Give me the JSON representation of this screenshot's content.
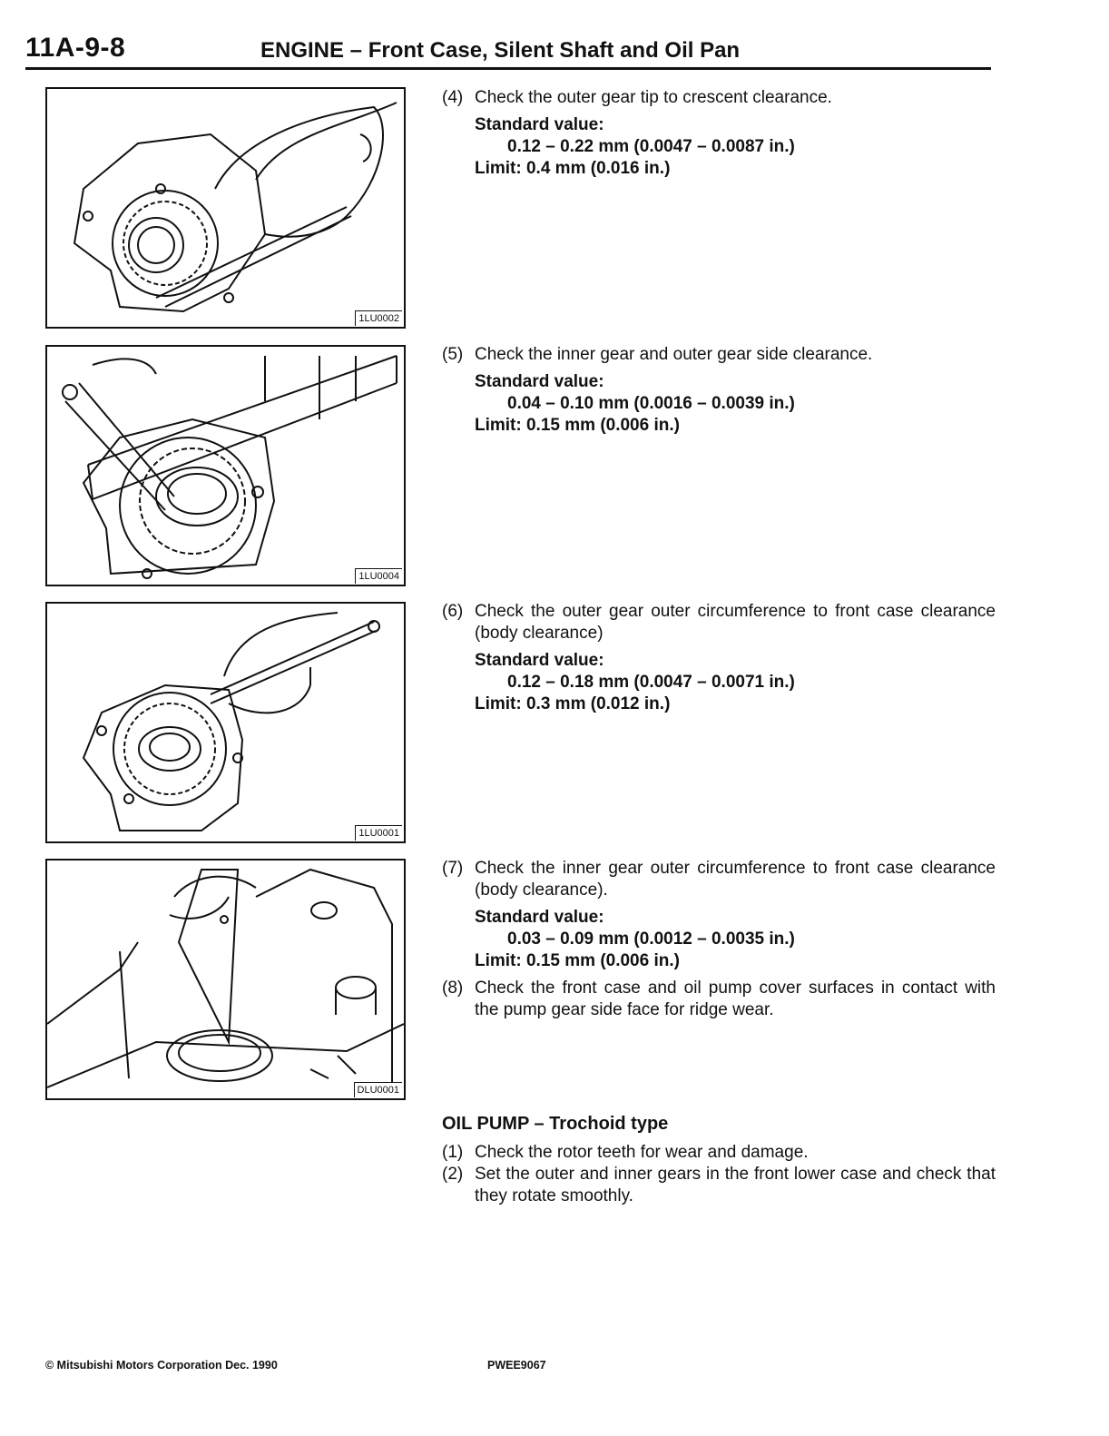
{
  "header": {
    "code": "11A-9-8",
    "title": "ENGINE – Front Case, Silent Shaft and Oil Pan"
  },
  "figures": [
    {
      "code": "1LU0002",
      "icon": "feeler-gauge-tip-clearance-illustration"
    },
    {
      "code": "1LU0004",
      "icon": "straight-edge-side-clearance-illustration"
    },
    {
      "code": "1LU0001",
      "icon": "feeler-gauge-body-clearance-illustration"
    },
    {
      "code": "DLU0001",
      "icon": "front-case-surface-inspection-illustration"
    }
  ],
  "steps": [
    {
      "num": "(4)",
      "text": "Check the outer gear tip to crescent clearance.",
      "std_label": "Standard value:",
      "std_value": "0.12 – 0.22 mm (0.0047 – 0.0087 in.)",
      "limit": "Limit: 0.4 mm (0.016 in.)"
    },
    {
      "num": "(5)",
      "text": "Check the inner gear and outer gear side clearance.",
      "std_label": "Standard value:",
      "std_value": "0.04 – 0.10 mm (0.0016 – 0.0039 in.)",
      "limit": "Limit: 0.15 mm (0.006 in.)"
    },
    {
      "num": "(6)",
      "text": "Check the outer gear outer circumference to front case clearance (body clearance)",
      "std_label": "Standard value:",
      "std_value": "0.12 – 0.18 mm (0.0047 – 0.0071 in.)",
      "limit": "Limit: 0.3 mm (0.012 in.)"
    },
    {
      "num": "(7)",
      "text": "Check the inner gear outer circumference to front case clearance (body clearance).",
      "std_label": "Standard value:",
      "std_value": "0.03 – 0.09 mm (0.0012 – 0.0035 in.)",
      "limit": "Limit: 0.15 mm (0.006 in.)"
    },
    {
      "num": "(8)",
      "text": "Check the front case and oil pump cover surfaces in contact with the pump gear side face for ridge wear."
    }
  ],
  "trochoid": {
    "heading": "OIL PUMP – Trochoid type",
    "steps": [
      {
        "num": "(1)",
        "text": "Check the rotor teeth for wear and damage."
      },
      {
        "num": "(2)",
        "text": "Set the outer and inner gears in the front lower case and check that they rotate smoothly."
      }
    ]
  },
  "footer": {
    "copyright": "© Mitsubishi Motors Corporation   Dec. 1990",
    "code": "PWEE9067"
  }
}
